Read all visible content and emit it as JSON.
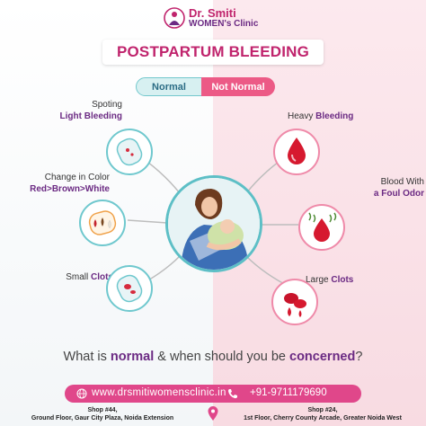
{
  "brand": {
    "name_line1": "Dr. Smiti",
    "name_line2": "WOMEN's Clinic",
    "color_primary": "#c0246d",
    "color_secondary": "#6b2a83"
  },
  "title": "POSTPARTUM BLEEDING",
  "toggle": {
    "normal_label": "Normal",
    "not_normal_label": "Not Normal",
    "normal_color": "#d7f0f1",
    "not_normal_color": "#ec5a86"
  },
  "normal_items": [
    {
      "line1": "Spoting",
      "line2": "Light Bleeding",
      "icon": "light-bleeding-pad-icon"
    },
    {
      "line1": "Change in Color",
      "line2": "Red>Brown>White",
      "icon": "color-change-drops-icon"
    },
    {
      "line1": "Small",
      "line2": "Clots",
      "icon": "small-clots-pad-icon"
    }
  ],
  "not_normal_items": [
    {
      "line1": "Heavy",
      "line2": "Bleeding",
      "icon": "heavy-bleeding-drop-icon"
    },
    {
      "line1": "Blood With",
      "line2": "a Foul Odor",
      "icon": "foul-odor-drop-icon"
    },
    {
      "line1": "Large",
      "line2": "Clots",
      "icon": "large-clots-icon"
    }
  ],
  "question": {
    "part1": "What is ",
    "part2": "normal",
    "part3": " & when should you be ",
    "part4": "concerned",
    "part5": "?"
  },
  "footer": {
    "website": "www.drsmitiwomensclinic.in",
    "phone": "+91-9711179690",
    "address1_line1": "Shop #44,",
    "address1_line2": "Ground Floor, Gaur City Plaza, Noida Extension",
    "address2_line1": "Shop #24,",
    "address2_line2": "1st Floor, Cherry County Arcade, Greater Noida West"
  }
}
